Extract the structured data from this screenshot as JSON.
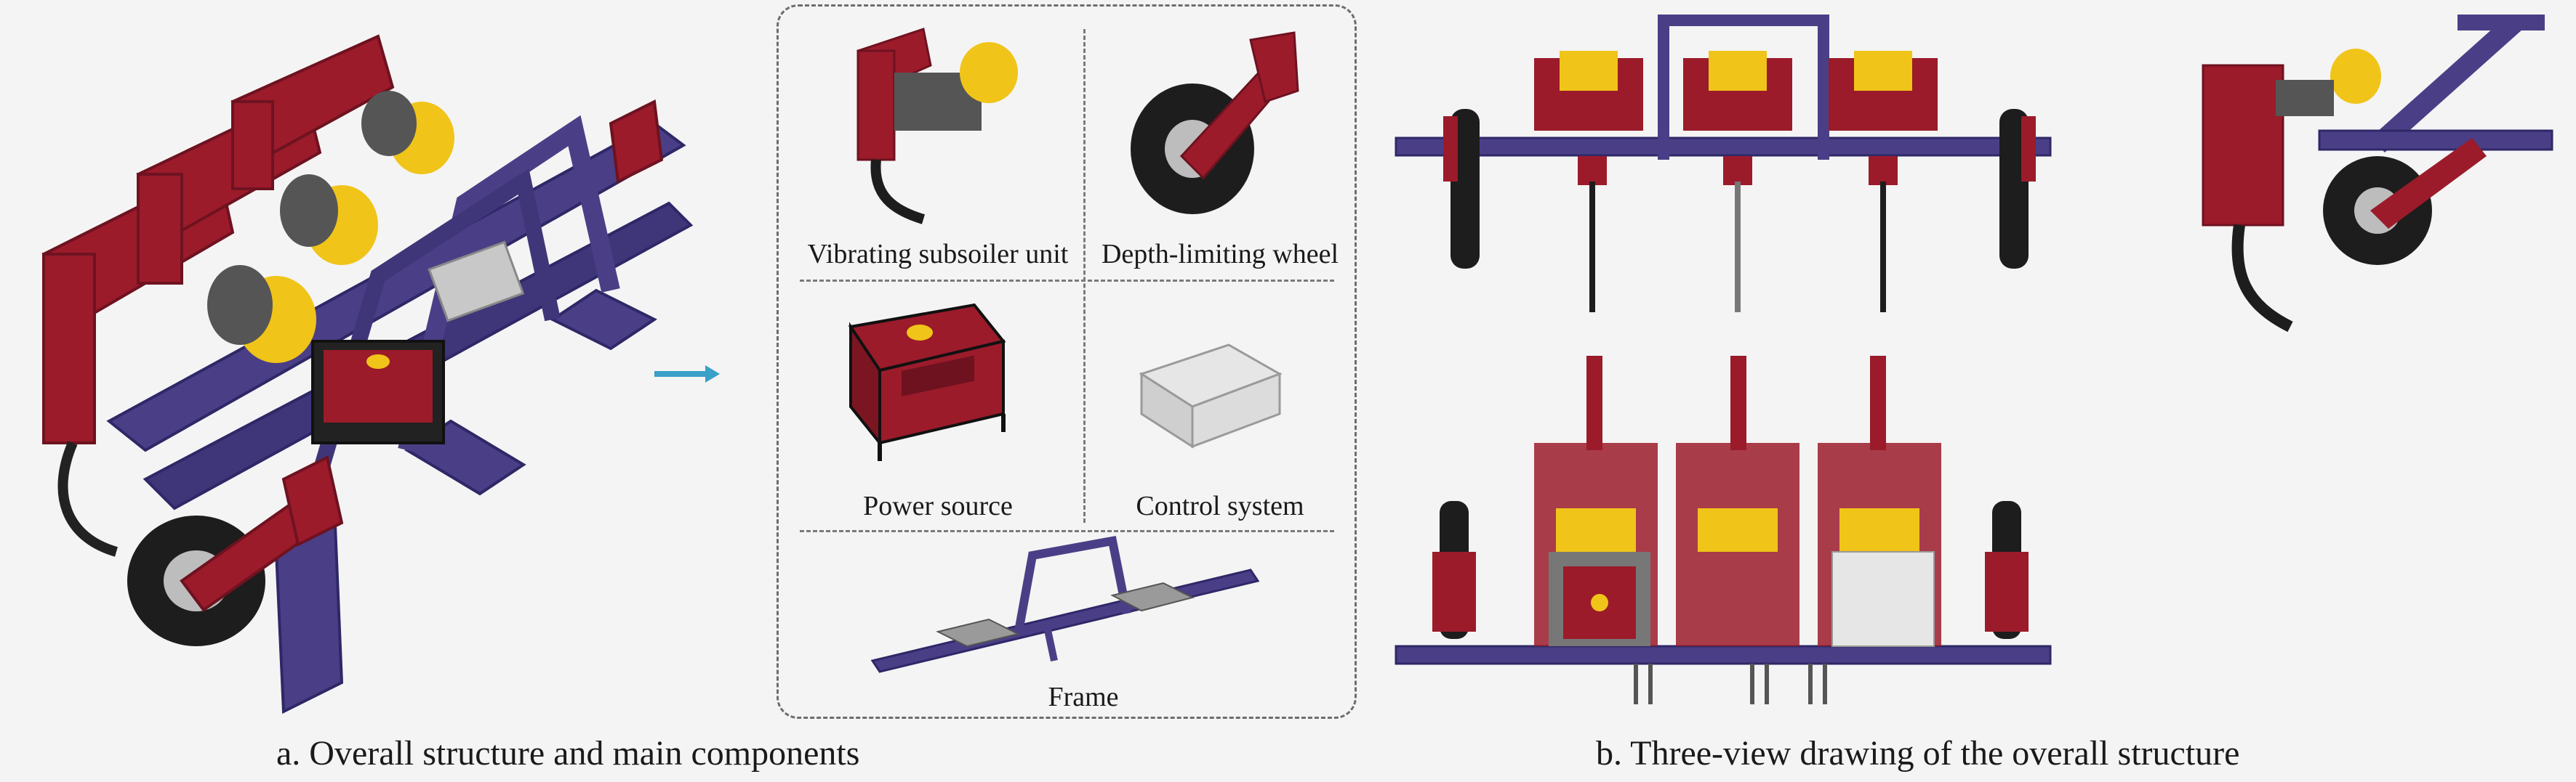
{
  "part_a": {
    "caption": "a. Overall structure and main components",
    "components_panel": {
      "items": [
        {
          "label": "Vibrating subsoiler unit"
        },
        {
          "label": "Depth-limiting wheel"
        },
        {
          "label": "Power source"
        },
        {
          "label": "Control system"
        },
        {
          "label": "Frame"
        }
      ]
    }
  },
  "part_b": {
    "caption": "b. Three-view drawing of the overall structure"
  },
  "colors": {
    "frame_purple": "#4a3f86",
    "frame_dark": "#2e2868",
    "unit_red": "#9b1b2a",
    "motor_yellow": "#f0c419",
    "motor_gray": "#8f8f8f",
    "tire_black": "#1d1d1d",
    "arrow_blue": "#3aa0c8",
    "panel_border": "#6d6d6d"
  }
}
